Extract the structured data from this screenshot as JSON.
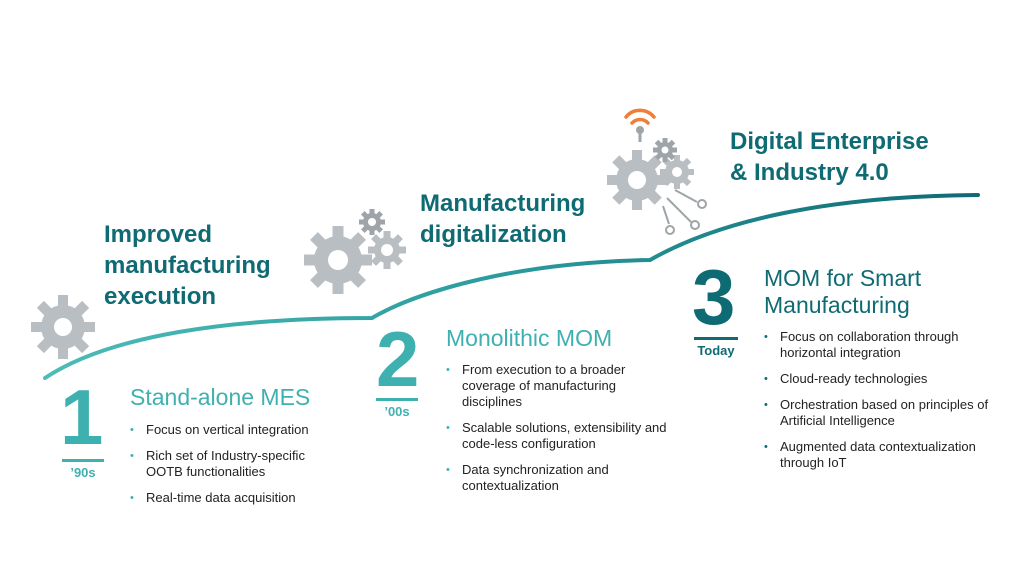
{
  "colors": {
    "teal_light": "#3fb0b0",
    "teal_dark": "#0f6b73",
    "gear_gray": "#b9bec2",
    "wifi_orange": "#f07d3a"
  },
  "phases": [
    {
      "title_lines": [
        "Improved",
        "manufacturing",
        "execution"
      ],
      "number": "1",
      "era": "’90s",
      "subtitle": "Stand-alone MES",
      "bullets": [
        "Focus on vertical integration",
        "Rich set of Industry-specific OOTB functionalities",
        "Real-time data acquisition"
      ]
    },
    {
      "title_lines": [
        "Manufacturing",
        "digitalization"
      ],
      "number": "2",
      "era": "’00s",
      "subtitle": "Monolithic MOM",
      "bullets": [
        "From execution to a broader coverage of manufacturing disciplines",
        "Scalable solutions, extensibility and code-less configuration",
        "Data synchronization and contextualization"
      ]
    },
    {
      "title_lines": [
        "Digital Enterprise",
        "& Industry 4.0"
      ],
      "number": "3",
      "era": "Today",
      "subtitle_lines": [
        "MOM for Smart",
        "Manufacturing"
      ],
      "bullets": [
        "Focus on collaboration through horizontal integration",
        "Cloud-ready technologies",
        "Orchestration based on principles of Artificial Intelligence",
        "Augmented data contextualization through IoT"
      ]
    }
  ],
  "icons": [
    "gear-icon",
    "gears-cluster-icon",
    "wifi-icon",
    "circuit-lines-icon"
  ]
}
